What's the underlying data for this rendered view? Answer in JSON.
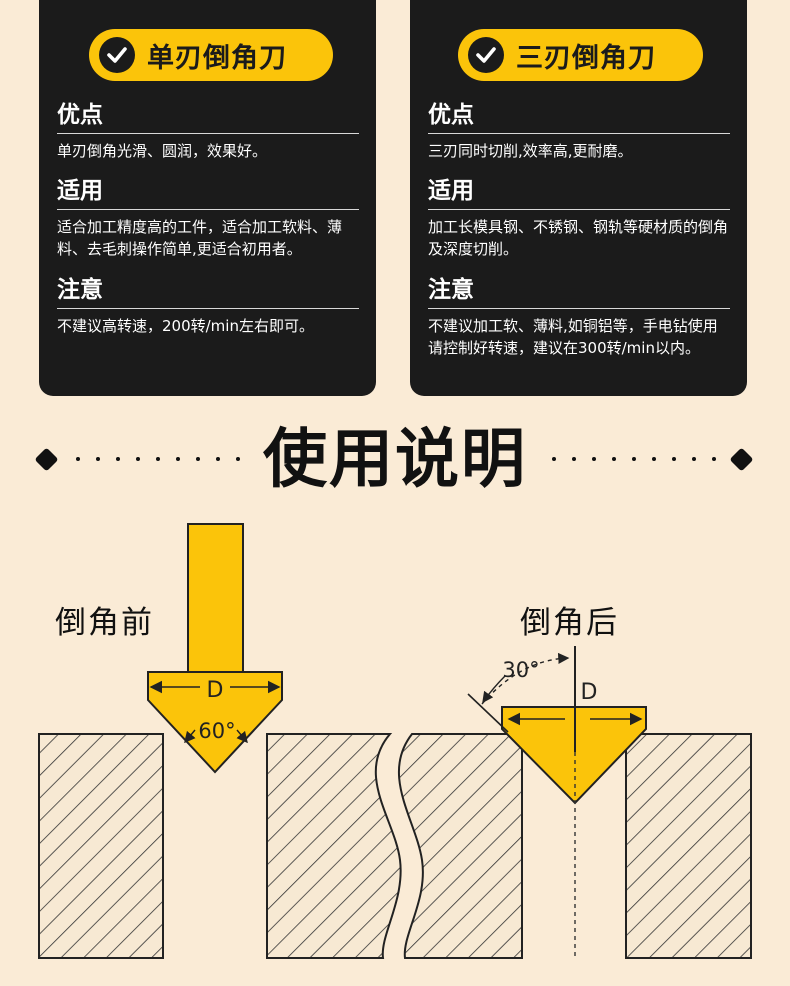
{
  "left_card": {
    "title": "单刃倒角刀",
    "sections": [
      {
        "heading": "优点",
        "text": "单刃倒角光滑、圆润，效果好。"
      },
      {
        "heading": "适用",
        "text": "适合加工精度高的工件，适合加工软料、薄料、去毛刺操作简单,更适合初用者。"
      },
      {
        "heading": "注意",
        "text": "不建议高转速，200转/min左右即可。"
      }
    ]
  },
  "right_card": {
    "title": "三刃倒角刀",
    "sections": [
      {
        "heading": "优点",
        "text": "三刃同时切削,效率高,更耐磨。"
      },
      {
        "heading": "适用",
        "text": "加工长模具钢、不锈钢、钢轨等硬材质的倒角及深度切削。"
      },
      {
        "heading": "注意",
        "text": "不建议加工软、薄料,如铜铝等，手电钻使用请控制好转速，建议在300转/min以内。"
      }
    ]
  },
  "usage": {
    "title": "使用说明"
  },
  "diagram": {
    "before_label": "倒角前",
    "after_label": "倒角后",
    "diameter_label": "D",
    "angle_before": "60°",
    "angle_after": "30°",
    "colors": {
      "tool": "#fbc40a",
      "outline": "#222222",
      "workpiece": "#f7e9d3"
    }
  }
}
